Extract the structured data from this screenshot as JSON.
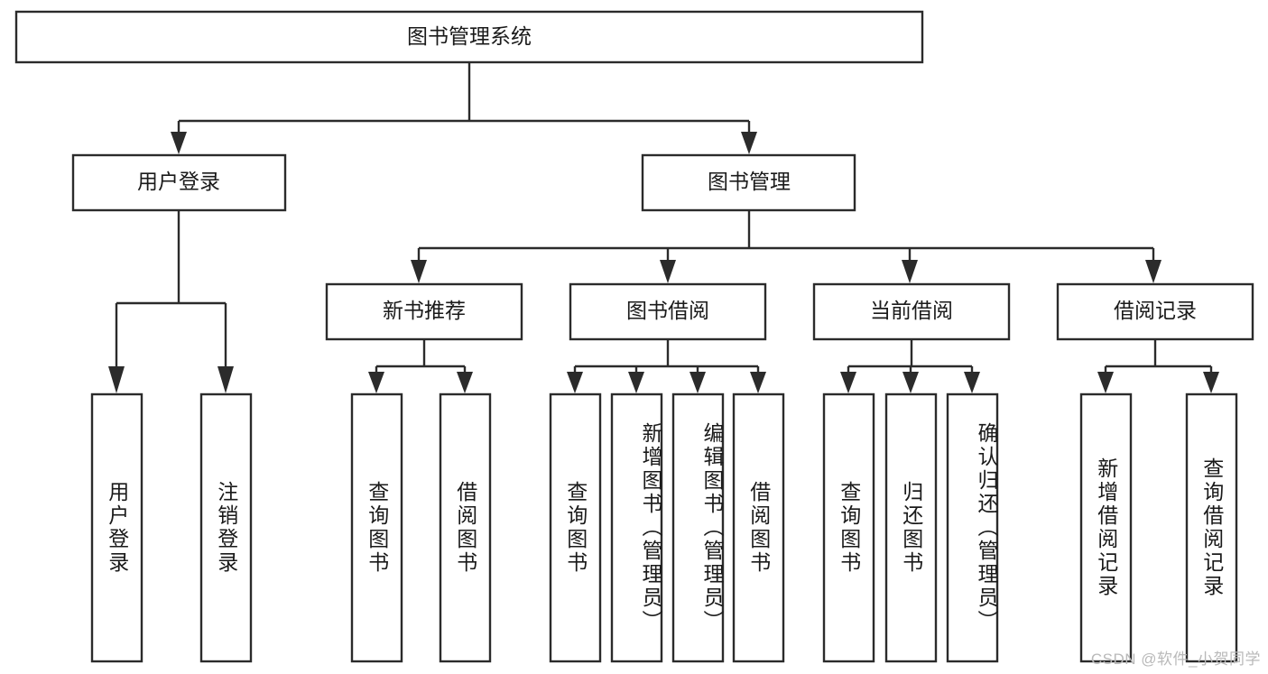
{
  "diagram": {
    "title": "图书管理系统",
    "type": "tree-hierarchy-chart",
    "orientation": "top-down",
    "colors": {
      "box_stroke": "#2b2b2b",
      "box_fill": "#ffffff",
      "connector": "#2b2b2b",
      "text": "#1a1a1a",
      "background": "#ffffff",
      "watermark": "#b9b9b9"
    },
    "watermark": "CSDN @软件_小贺同学",
    "nodes": {
      "root": {
        "label": "图书管理系统"
      },
      "level2": [
        {
          "id": "user-login",
          "label": "用户登录"
        },
        {
          "id": "book-manage",
          "label": "图书管理"
        }
      ],
      "level3": [
        {
          "id": "new-book-recommend",
          "label": "新书推荐"
        },
        {
          "id": "book-borrow",
          "label": "图书借阅"
        },
        {
          "id": "current-borrow",
          "label": "当前借阅"
        },
        {
          "id": "borrow-record",
          "label": "借阅记录"
        }
      ],
      "leaves": [
        {
          "id": "leaf-user-login",
          "label": "用户登录",
          "parent": "user-login"
        },
        {
          "id": "leaf-user-logout",
          "label": "注销登录",
          "parent": "user-login"
        },
        {
          "id": "leaf-query-book-1",
          "label": "查询图书",
          "parent": "new-book-recommend"
        },
        {
          "id": "leaf-borrow-book-1",
          "label": "借阅图书",
          "parent": "new-book-recommend"
        },
        {
          "id": "leaf-query-book-2",
          "label": "查询图书",
          "parent": "book-borrow"
        },
        {
          "id": "leaf-add-book",
          "label": "新增图书（管理员）",
          "parent": "book-borrow"
        },
        {
          "id": "leaf-edit-book",
          "label": "编辑图书（管理员）",
          "parent": "book-borrow"
        },
        {
          "id": "leaf-borrow-book-2",
          "label": "借阅图书",
          "parent": "book-borrow"
        },
        {
          "id": "leaf-query-book-3",
          "label": "查询图书",
          "parent": "current-borrow"
        },
        {
          "id": "leaf-return-book",
          "label": "归还图书",
          "parent": "current-borrow"
        },
        {
          "id": "leaf-confirm-return",
          "label": "确认归还（管理员）",
          "parent": "current-borrow"
        },
        {
          "id": "leaf-add-record",
          "label": "新增借阅记录",
          "parent": "borrow-record"
        },
        {
          "id": "leaf-query-record",
          "label": "查询借阅记录",
          "parent": "borrow-record"
        }
      ]
    }
  }
}
